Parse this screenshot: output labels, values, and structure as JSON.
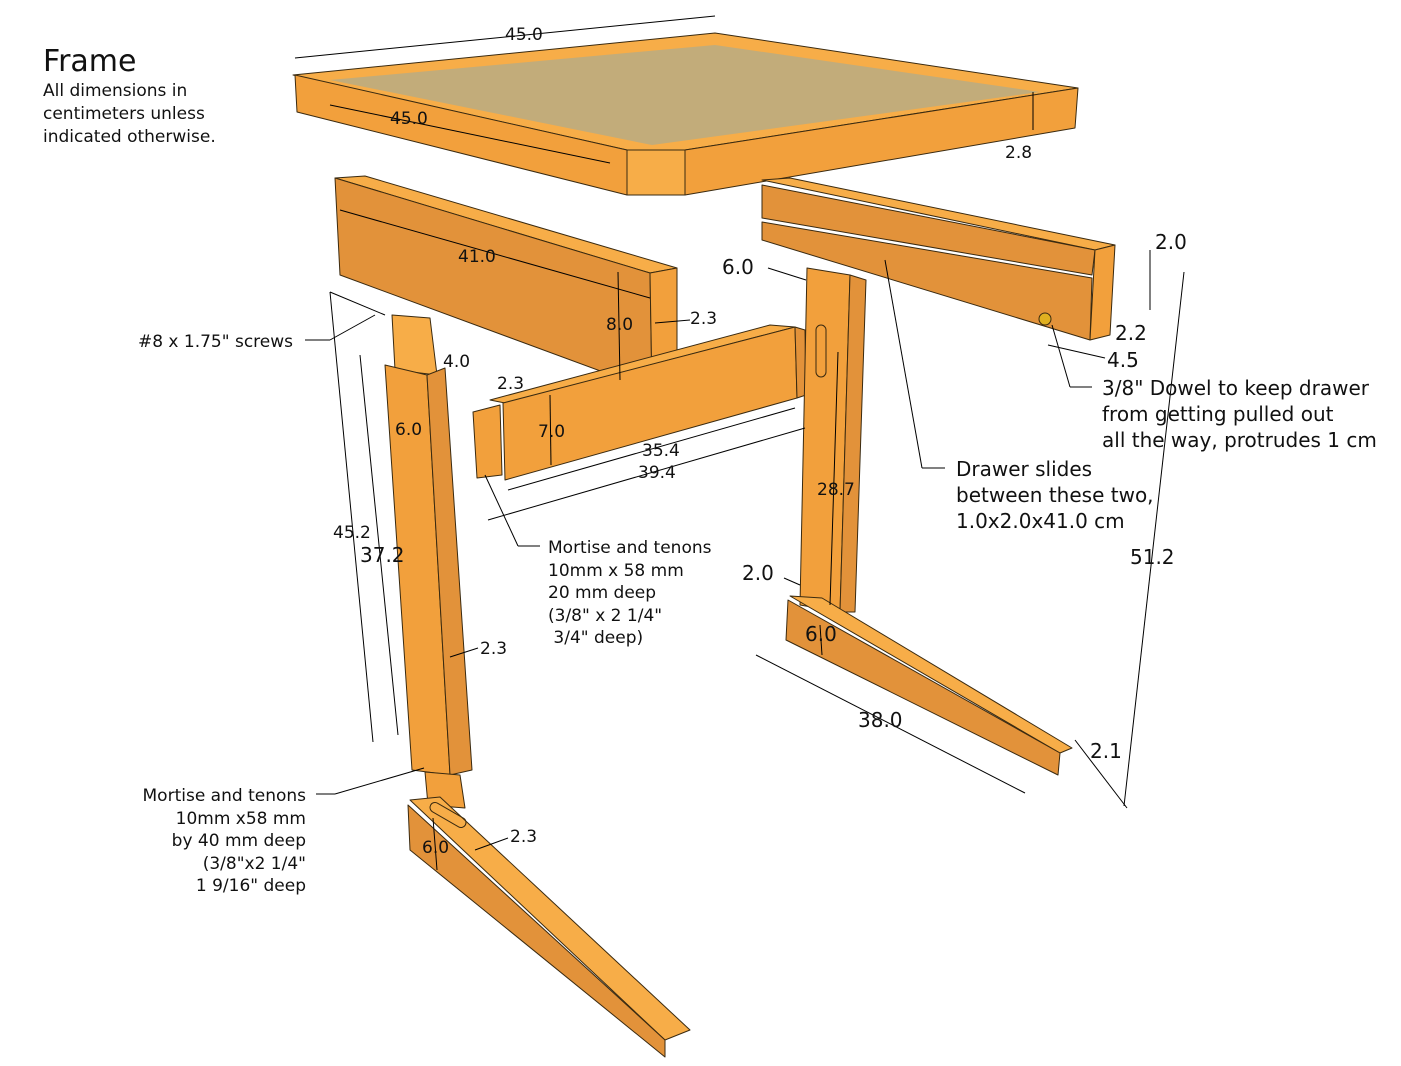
{
  "header": {
    "title": "Frame",
    "subtitle_lines": [
      "All dimensions in",
      "centimeters unless",
      "indicated otherwise."
    ]
  },
  "dimensions": {
    "top_back_width": "45.0",
    "top_front_width": "45.0",
    "top_thickness": "2.8",
    "back_rail_length": "41.0",
    "back_rail_height": "8.0",
    "back_rail_thickness": "2.3",
    "left_tenon": "4.0",
    "left_leg_width": "6.0",
    "left_leg_thickness": "2.3",
    "left_total_height": "45.2",
    "left_leg_height": "37.2",
    "stretcher_thickness": "2.3",
    "stretcher_height": "7.0",
    "stretcher_shoulder": "35.4",
    "stretcher_length": "39.4",
    "slide_offset": "6.0",
    "slide_top": "2.0",
    "slide_gap": "2.2",
    "dowel_offset": "4.5",
    "right_leg_height": "28.7",
    "right_tenon_offset": "2.0",
    "foot_height_right": "6.0",
    "foot_length": "38.0",
    "foot_tip": "2.1",
    "total_height": "51.2",
    "foot_height_left": "6.0",
    "foot_thickness_left": "2.3"
  },
  "notes": {
    "screws": "#8 x 1.75\" screws",
    "mortise_upper": [
      "Mortise and tenons",
      "10mm x 58 mm",
      "20 mm deep",
      "(3/8\" x 2 1/4\"",
      " 3/4\" deep)"
    ],
    "mortise_lower": [
      "Mortise and tenons",
      "10mm x58 mm",
      "by 40 mm deep",
      "(3/8\"x2 1/4\"",
      "1 9/16\" deep"
    ],
    "dowel": [
      "3/8\" Dowel to keep drawer",
      "from getting pulled out",
      "all the way, protrudes 1 cm"
    ],
    "drawer": [
      "Drawer slides",
      "between these two,",
      "1.0x2.0x41.0 cm"
    ]
  },
  "colors": {
    "wood_light": "#f7ad48",
    "wood": "#f2a03c",
    "wood_dark": "#e2923a",
    "panel": "#c2ac7a"
  }
}
